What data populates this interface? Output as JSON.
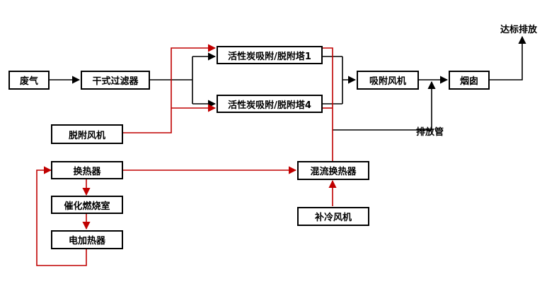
{
  "nodes": {
    "waste_gas": "废气",
    "dry_filter": "干式过滤器",
    "tower_1": "活性炭吸附/脱附塔1",
    "tower_4": "活性炭吸附/脱附塔4",
    "adsorption_fan": "吸附风机",
    "chimney": "烟囱",
    "desorption_fan": "脱附风机",
    "heat_exchanger": "换热器",
    "catalytic_chamber": "催化燃烧室",
    "electric_heater": "电加热器",
    "mixing_exchanger": "混流换热器",
    "cooling_fan": "补冷风机"
  },
  "labels": {
    "discharge_standard": "达标排放",
    "exhaust_pipe": "排放管"
  },
  "colors": {
    "main_flow": "#000000",
    "desorption_flow": "#c00000"
  }
}
